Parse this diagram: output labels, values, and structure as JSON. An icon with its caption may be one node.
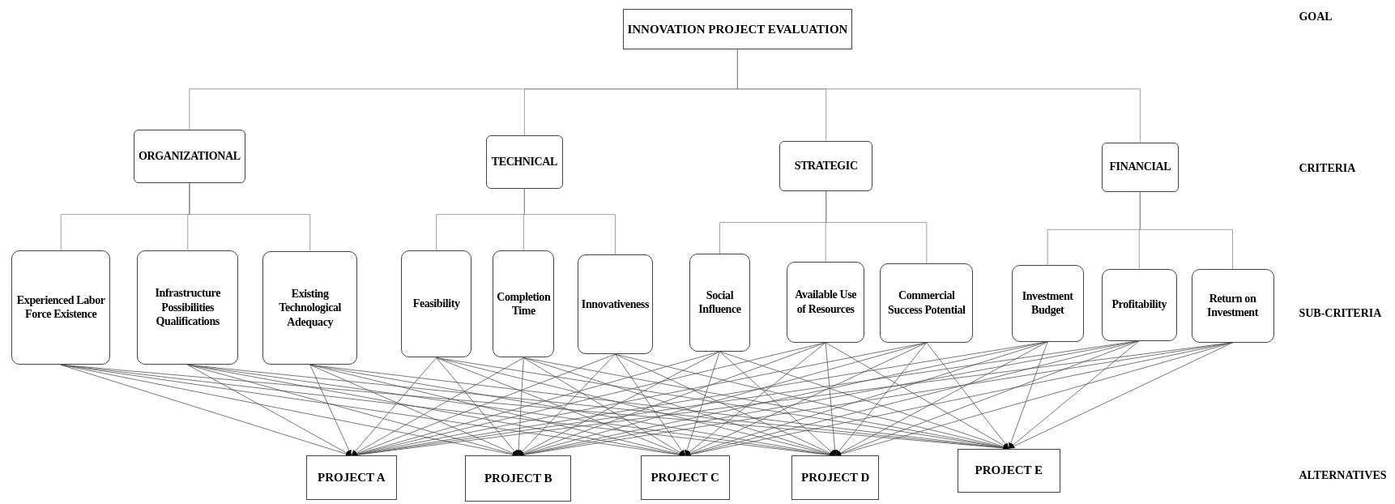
{
  "diagram": {
    "nodes": [
      {
        "text": [
          "INNOVATION PROJECT EVALUATION"
        ]
      },
      {
        "text": [
          "ORGANIZATIONAL"
        ]
      },
      {
        "text": [
          "TECHNICAL"
        ]
      },
      {
        "text": [
          "STRATEGIC"
        ]
      },
      {
        "text": [
          "FINANCIAL"
        ]
      },
      {
        "text": [
          "Experienced Labor Force Existence"
        ]
      },
      {
        "text": [
          "Infrastructure Possibilities Qualifications"
        ]
      },
      {
        "text": [
          "Existing Technological Adequacy"
        ]
      },
      {
        "text": [
          "Feasibility"
        ]
      },
      {
        "text": [
          "Completion Time"
        ]
      },
      {
        "text": [
          "Innovativeness"
        ]
      },
      {
        "text": [
          "Social Influence"
        ]
      },
      {
        "text": [
          "Available Use of Resources"
        ]
      },
      {
        "text": [
          "Commercial Success Potential"
        ]
      },
      {
        "text": [
          "Investment Budget"
        ]
      },
      {
        "text": [
          "Profitability"
        ]
      },
      {
        "text": [
          "Return on Investment"
        ]
      },
      {
        "text": [
          "PROJECT A"
        ]
      },
      {
        "text": [
          "PROJECT B"
        ]
      },
      {
        "text": [
          "PROJECT C"
        ]
      },
      {
        "text": [
          "PROJECT D"
        ]
      },
      {
        "text": [
          "PROJECT E"
        ]
      }
    ],
    "edges": [
      {
        "from": 0,
        "to": 1,
        "arrow": "none"
      },
      {
        "from": 0,
        "to": 2,
        "arrow": "none"
      },
      {
        "from": 0,
        "to": 3,
        "arrow": "none"
      },
      {
        "from": 0,
        "to": 4,
        "arrow": "none"
      },
      {
        "from": 1,
        "to": 5,
        "arrow": "none"
      },
      {
        "from": 1,
        "to": 6,
        "arrow": "none"
      },
      {
        "from": 1,
        "to": 7,
        "arrow": "none"
      },
      {
        "from": 2,
        "to": 8,
        "arrow": "none"
      },
      {
        "from": 2,
        "to": 9,
        "arrow": "none"
      },
      {
        "from": 2,
        "to": 10,
        "arrow": "none"
      },
      {
        "from": 3,
        "to": 11,
        "arrow": "none"
      },
      {
        "from": 3,
        "to": 12,
        "arrow": "none"
      },
      {
        "from": 3,
        "to": 13,
        "arrow": "none"
      },
      {
        "from": 4,
        "to": 14,
        "arrow": "none"
      },
      {
        "from": 4,
        "to": 15,
        "arrow": "none"
      },
      {
        "from": 4,
        "to": 16,
        "arrow": "none"
      },
      {
        "from": 5,
        "to": 17,
        "arrow": "to"
      },
      {
        "from": 5,
        "to": 18,
        "arrow": "to"
      },
      {
        "from": 5,
        "to": 19,
        "arrow": "to"
      },
      {
        "from": 5,
        "to": 20,
        "arrow": "to"
      },
      {
        "from": 5,
        "to": 21,
        "arrow": "to"
      },
      {
        "from": 6,
        "to": 17,
        "arrow": "to"
      },
      {
        "from": 6,
        "to": 18,
        "arrow": "to"
      },
      {
        "from": 6,
        "to": 19,
        "arrow": "to"
      },
      {
        "from": 6,
        "to": 20,
        "arrow": "to"
      },
      {
        "from": 6,
        "to": 21,
        "arrow": "to"
      },
      {
        "from": 7,
        "to": 17,
        "arrow": "to"
      },
      {
        "from": 7,
        "to": 18,
        "arrow": "to"
      },
      {
        "from": 7,
        "to": 19,
        "arrow": "to"
      },
      {
        "from": 7,
        "to": 20,
        "arrow": "to"
      },
      {
        "from": 7,
        "to": 21,
        "arrow": "to"
      },
      {
        "from": 8,
        "to": 17,
        "arrow": "to"
      },
      {
        "from": 8,
        "to": 18,
        "arrow": "to"
      },
      {
        "from": 8,
        "to": 19,
        "arrow": "to"
      },
      {
        "from": 8,
        "to": 20,
        "arrow": "to"
      },
      {
        "from": 8,
        "to": 21,
        "arrow": "to"
      },
      {
        "from": 9,
        "to": 17,
        "arrow": "to"
      },
      {
        "from": 9,
        "to": 18,
        "arrow": "to"
      },
      {
        "from": 9,
        "to": 19,
        "arrow": "to"
      },
      {
        "from": 9,
        "to": 20,
        "arrow": "to"
      },
      {
        "from": 9,
        "to": 21,
        "arrow": "to"
      },
      {
        "from": 10,
        "to": 17,
        "arrow": "to"
      },
      {
        "from": 10,
        "to": 18,
        "arrow": "to"
      },
      {
        "from": 10,
        "to": 19,
        "arrow": "to"
      },
      {
        "from": 10,
        "to": 20,
        "arrow": "to"
      },
      {
        "from": 10,
        "to": 21,
        "arrow": "to"
      },
      {
        "from": 11,
        "to": 17,
        "arrow": "to"
      },
      {
        "from": 11,
        "to": 18,
        "arrow": "to"
      },
      {
        "from": 11,
        "to": 19,
        "arrow": "to"
      },
      {
        "from": 11,
        "to": 20,
        "arrow": "to"
      },
      {
        "from": 11,
        "to": 21,
        "arrow": "to"
      },
      {
        "from": 12,
        "to": 17,
        "arrow": "to"
      },
      {
        "from": 12,
        "to": 18,
        "arrow": "to"
      },
      {
        "from": 12,
        "to": 19,
        "arrow": "to"
      },
      {
        "from": 12,
        "to": 20,
        "arrow": "to"
      },
      {
        "from": 12,
        "to": 21,
        "arrow": "to"
      },
      {
        "from": 13,
        "to": 17,
        "arrow": "to"
      },
      {
        "from": 13,
        "to": 18,
        "arrow": "to"
      },
      {
        "from": 13,
        "to": 19,
        "arrow": "to"
      },
      {
        "from": 13,
        "to": 20,
        "arrow": "to"
      },
      {
        "from": 13,
        "to": 21,
        "arrow": "to"
      },
      {
        "from": 14,
        "to": 17,
        "arrow": "to"
      },
      {
        "from": 14,
        "to": 18,
        "arrow": "to"
      },
      {
        "from": 14,
        "to": 19,
        "arrow": "to"
      },
      {
        "from": 14,
        "to": 20,
        "arrow": "to"
      },
      {
        "from": 14,
        "to": 21,
        "arrow": "to"
      },
      {
        "from": 15,
        "to": 17,
        "arrow": "to"
      },
      {
        "from": 15,
        "to": 18,
        "arrow": "to"
      },
      {
        "from": 15,
        "to": 19,
        "arrow": "to"
      },
      {
        "from": 15,
        "to": 20,
        "arrow": "to"
      },
      {
        "from": 15,
        "to": 21,
        "arrow": "to"
      },
      {
        "from": 16,
        "to": 17,
        "arrow": "to"
      },
      {
        "from": 16,
        "to": 18,
        "arrow": "to"
      },
      {
        "from": 16,
        "to": 19,
        "arrow": "to"
      },
      {
        "from": 16,
        "to": 20,
        "arrow": "to"
      },
      {
        "from": 16,
        "to": 21,
        "arrow": "to"
      }
    ],
    "labels": [
      "GOAL",
      "CRITERIA",
      "SUB-CRITERIA",
      "ALTERNATIVES"
    ]
  }
}
